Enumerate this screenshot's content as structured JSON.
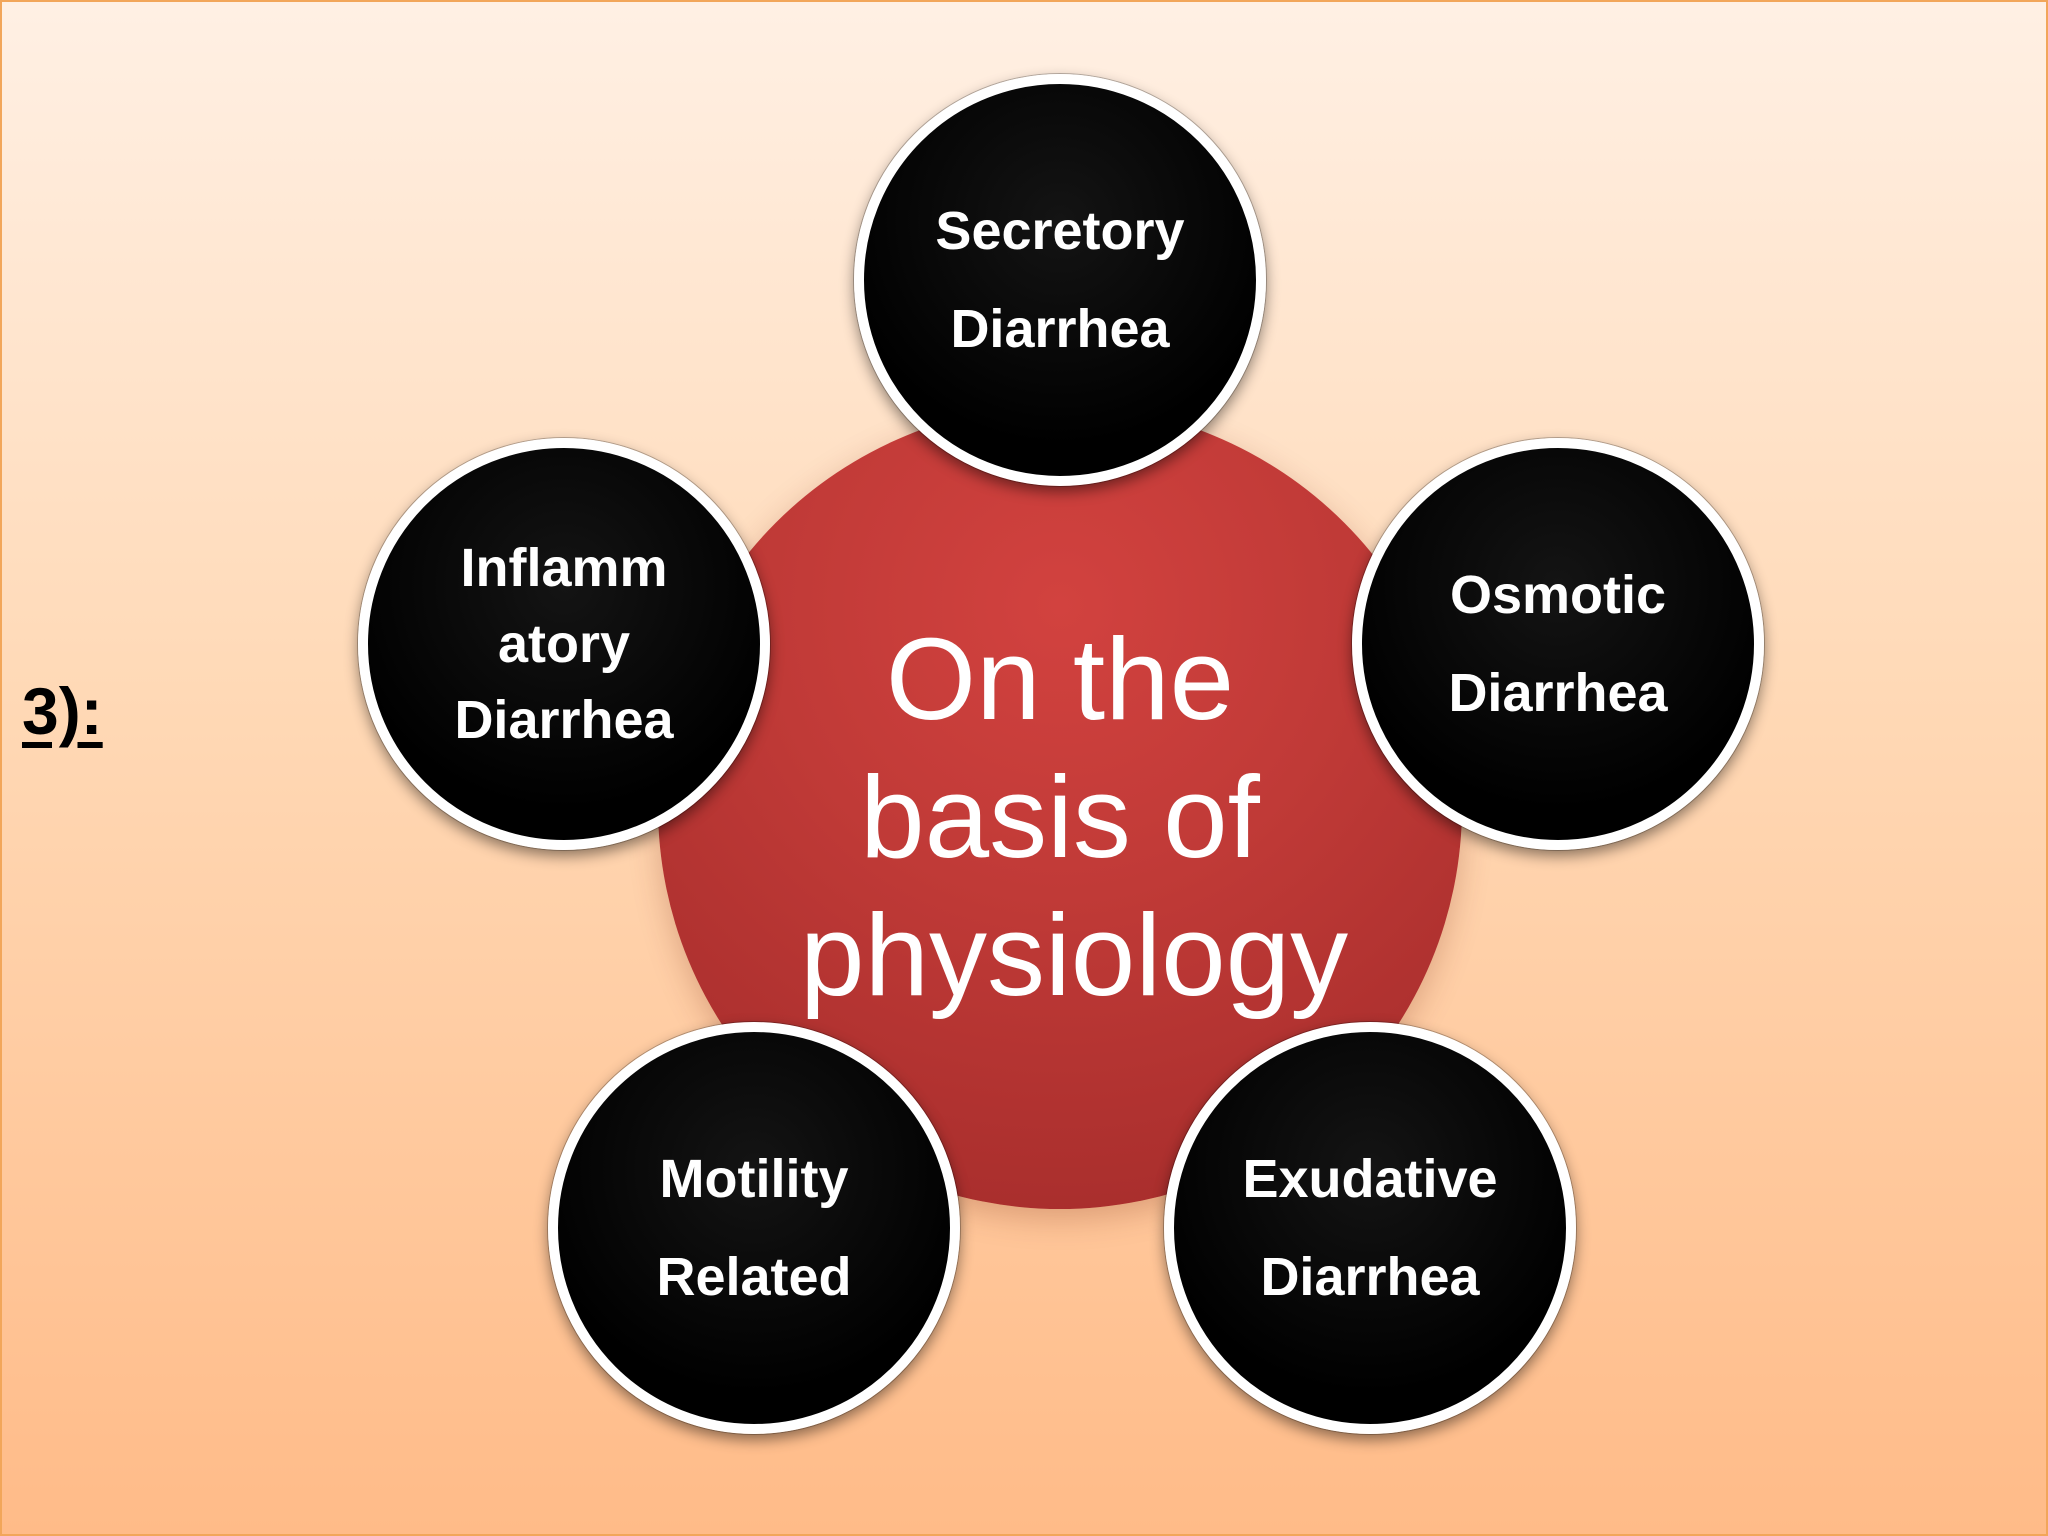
{
  "slide": {
    "section_label": "3):",
    "center": {
      "label": "On the basis of physiology"
    },
    "nodes": [
      {
        "label": "Secretory Diarrhea"
      },
      {
        "label": "Osmotic Diarrhea"
      },
      {
        "label": "Inflamm atory Diarrhea"
      },
      {
        "label": "Motility Related"
      },
      {
        "label": "Exudative Diarrhea"
      }
    ],
    "colors": {
      "center_fill": "#c03a37",
      "node_fill": "#000000",
      "node_border": "#ffffff",
      "background_top": "#fff0e4",
      "background_bottom": "#ffbb88"
    }
  }
}
